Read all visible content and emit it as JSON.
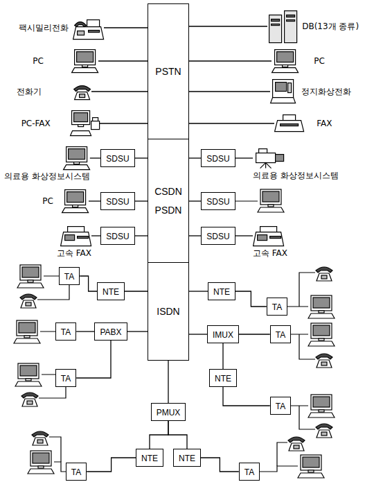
{
  "diagram": {
    "nodes": [
      {
        "text": [
          "PSTN"
        ]
      },
      {
        "text": [
          "CSDN",
          "PSDN"
        ]
      },
      {
        "text": [
          "ISDN"
        ]
      },
      {
        "text": [
          "팩시밀리전화"
        ]
      },
      {
        "text": [
          "DB(13개 종류)"
        ]
      },
      {
        "text": [
          "PC"
        ]
      },
      {
        "text": [
          "PC"
        ]
      },
      {
        "text": [
          "전화기"
        ]
      },
      {
        "text": [
          "정지화상전화"
        ]
      },
      {
        "text": [
          "PC-FAX"
        ]
      },
      {
        "text": [
          "FAX"
        ]
      },
      {
        "text": [
          "의료용 화상정보시스템"
        ]
      },
      {
        "text": [
          "SDSU"
        ]
      },
      {
        "text": [
          "SDSU"
        ]
      },
      {
        "text": [
          "의료용 화상정보시스템"
        ]
      },
      {
        "text": [
          "PC"
        ]
      },
      {
        "text": [
          "SDSU"
        ]
      },
      {
        "text": [
          "SDSU"
        ]
      },
      {
        "text": [
          "고속 FAX"
        ]
      },
      {
        "text": [
          "SDSU"
        ]
      },
      {
        "text": [
          "SDSU"
        ]
      },
      {
        "text": [
          "고속 FAX"
        ]
      },
      {
        "text": [
          "TA"
        ]
      },
      {
        "text": [
          "NTE"
        ]
      },
      {
        "text": [
          "NTE"
        ]
      },
      {
        "text": [
          "TA"
        ]
      },
      {
        "text": [
          "PABX"
        ]
      },
      {
        "text": [
          "TA"
        ]
      },
      {
        "text": [
          "IMUX"
        ]
      },
      {
        "text": [
          "TA"
        ]
      },
      {
        "text": [
          "TA"
        ]
      },
      {
        "text": [
          "NTE"
        ]
      },
      {
        "text": [
          "TA"
        ]
      },
      {
        "text": [
          "PMUX"
        ]
      },
      {
        "text": [
          "NTE"
        ]
      },
      {
        "text": [
          "NTE"
        ]
      },
      {
        "text": [
          "TA"
        ]
      },
      {
        "text": [
          "TA"
        ]
      }
    ],
    "edges": [
      {
        "from": 3,
        "to": 0,
        "arrow": "none"
      },
      {
        "from": 4,
        "to": 0,
        "arrow": "none"
      },
      {
        "from": 5,
        "to": 0,
        "arrow": "none"
      },
      {
        "from": 6,
        "to": 0,
        "arrow": "none"
      },
      {
        "from": 7,
        "to": 0,
        "arrow": "none"
      },
      {
        "from": 8,
        "to": 0,
        "arrow": "none"
      },
      {
        "from": 9,
        "to": 0,
        "arrow": "none"
      },
      {
        "from": 10,
        "to": 0,
        "arrow": "none"
      },
      {
        "from": 11,
        "to": 12,
        "arrow": "none"
      },
      {
        "from": 12,
        "to": 1,
        "arrow": "none"
      },
      {
        "from": 13,
        "to": 1,
        "arrow": "none"
      },
      {
        "from": 14,
        "to": 13,
        "arrow": "none"
      },
      {
        "from": 15,
        "to": 16,
        "arrow": "none"
      },
      {
        "from": 16,
        "to": 1,
        "arrow": "none"
      },
      {
        "from": 17,
        "to": 1,
        "arrow": "none"
      },
      {
        "from": 18,
        "to": 19,
        "arrow": "none"
      },
      {
        "from": 19,
        "to": 1,
        "arrow": "none"
      },
      {
        "from": 20,
        "to": 1,
        "arrow": "none"
      },
      {
        "from": 21,
        "to": 20,
        "arrow": "none"
      },
      {
        "from": 22,
        "to": 23,
        "arrow": "none"
      },
      {
        "from": 23,
        "to": 2,
        "arrow": "none"
      },
      {
        "from": 24,
        "to": 2,
        "arrow": "none"
      },
      {
        "from": 25,
        "to": 24,
        "arrow": "none"
      },
      {
        "from": 26,
        "to": 2,
        "arrow": "none"
      },
      {
        "from": 27,
        "to": 26,
        "arrow": "none"
      },
      {
        "from": 26,
        "to": 30,
        "arrow": "none"
      },
      {
        "from": 28,
        "to": 2,
        "arrow": "none"
      },
      {
        "from": 29,
        "to": 28,
        "arrow": "none"
      },
      {
        "from": 28,
        "to": 31,
        "arrow": "none"
      },
      {
        "from": 31,
        "to": 32,
        "arrow": "none"
      },
      {
        "from": 2,
        "to": 33,
        "arrow": "none"
      },
      {
        "from": 33,
        "to": 34,
        "arrow": "none"
      },
      {
        "from": 33,
        "to": 35,
        "arrow": "none"
      },
      {
        "from": 36,
        "to": 34,
        "arrow": "none"
      },
      {
        "from": 37,
        "to": 35,
        "arrow": "none"
      }
    ]
  }
}
